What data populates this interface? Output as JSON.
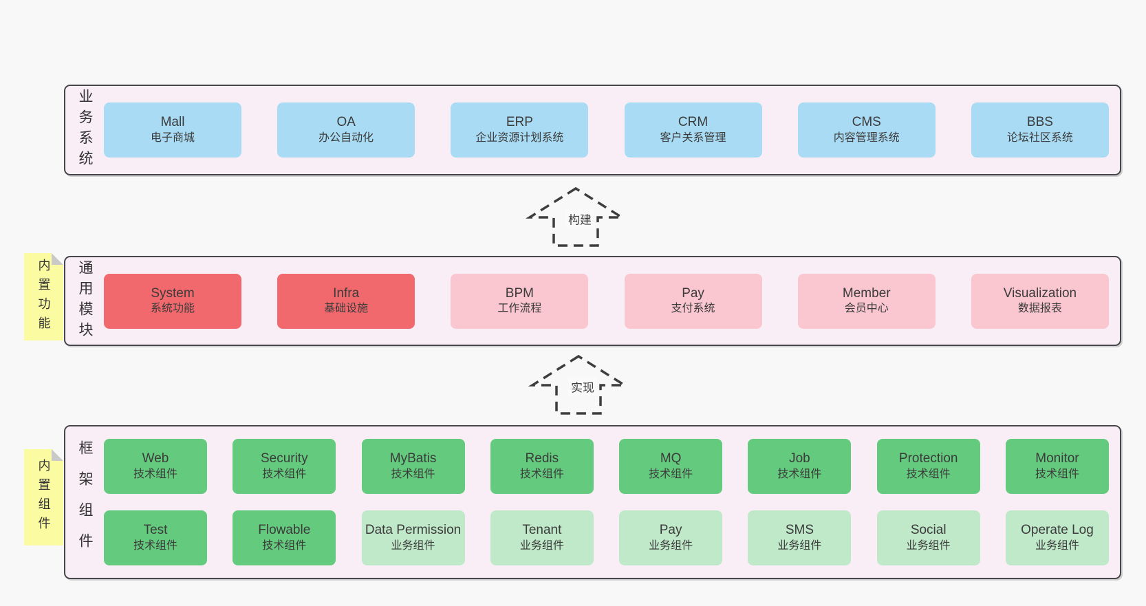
{
  "colors": {
    "blue": "#a9dcf4",
    "red": "#f2696d",
    "pink": "#fac7d0",
    "green": "#64ca7e",
    "light_green": "#c0e9c9",
    "panel_bg": "#f9eef6",
    "panel_border": "#47474b",
    "sticky_yellow": "#fbfba2",
    "sticky_fold": "#c9c9c9",
    "page_bg": "#f8f8f8",
    "text": "#3b3b3b"
  },
  "arrows": [
    {
      "label": "构建"
    },
    {
      "label": "实现"
    }
  ],
  "panels": [
    {
      "label": "业务系统",
      "boxes": [
        {
          "title": "Mall",
          "subtitle": "电子商城",
          "type": "blue"
        },
        {
          "title": "OA",
          "subtitle": "办公自动化",
          "type": "blue"
        },
        {
          "title": "ERP",
          "subtitle": "企业资源计划系统",
          "type": "blue"
        },
        {
          "title": "CRM",
          "subtitle": "客户关系管理",
          "type": "blue"
        },
        {
          "title": "CMS",
          "subtitle": "内容管理系统",
          "type": "blue"
        },
        {
          "title": "BBS",
          "subtitle": "论坛社区系统",
          "type": "blue"
        }
      ]
    },
    {
      "label": "通用模块",
      "sticky": "内置功能",
      "boxes": [
        {
          "title": "System",
          "subtitle": "系统功能",
          "type": "red"
        },
        {
          "title": "Infra",
          "subtitle": "基础设施",
          "type": "red"
        },
        {
          "title": "BPM",
          "subtitle": "工作流程",
          "type": "pink"
        },
        {
          "title": "Pay",
          "subtitle": "支付系统",
          "type": "pink"
        },
        {
          "title": "Member",
          "subtitle": "会员中心",
          "type": "pink"
        },
        {
          "title": "Visualization",
          "subtitle": "数据报表",
          "type": "pink"
        }
      ]
    },
    {
      "label": "框架组件",
      "sticky": "内置组件",
      "rows": [
        [
          {
            "title": "Web",
            "subtitle": "技术组件",
            "type": "green"
          },
          {
            "title": "Security",
            "subtitle": "技术组件",
            "type": "green"
          },
          {
            "title": "MyBatis",
            "subtitle": "技术组件",
            "type": "green"
          },
          {
            "title": "Redis",
            "subtitle": "技术组件",
            "type": "green"
          },
          {
            "title": "MQ",
            "subtitle": "技术组件",
            "type": "green"
          },
          {
            "title": "Job",
            "subtitle": "技术组件",
            "type": "green"
          },
          {
            "title": "Protection",
            "subtitle": "技术组件",
            "type": "green"
          },
          {
            "title": "Monitor",
            "subtitle": "技术组件",
            "type": "green"
          }
        ],
        [
          {
            "title": "Test",
            "subtitle": "技术组件",
            "type": "green"
          },
          {
            "title": "Flowable",
            "subtitle": "技术组件",
            "type": "green"
          },
          {
            "title": "Data Permission",
            "subtitle": "业务组件",
            "type": "light_green"
          },
          {
            "title": "Tenant",
            "subtitle": "业务组件",
            "type": "light_green"
          },
          {
            "title": "Pay",
            "subtitle": "业务组件",
            "type": "light_green"
          },
          {
            "title": "SMS",
            "subtitle": "业务组件",
            "type": "light_green"
          },
          {
            "title": "Social",
            "subtitle": "业务组件",
            "type": "light_green"
          },
          {
            "title": "Operate Log",
            "subtitle": "业务组件",
            "type": "light_green"
          }
        ]
      ]
    }
  ]
}
